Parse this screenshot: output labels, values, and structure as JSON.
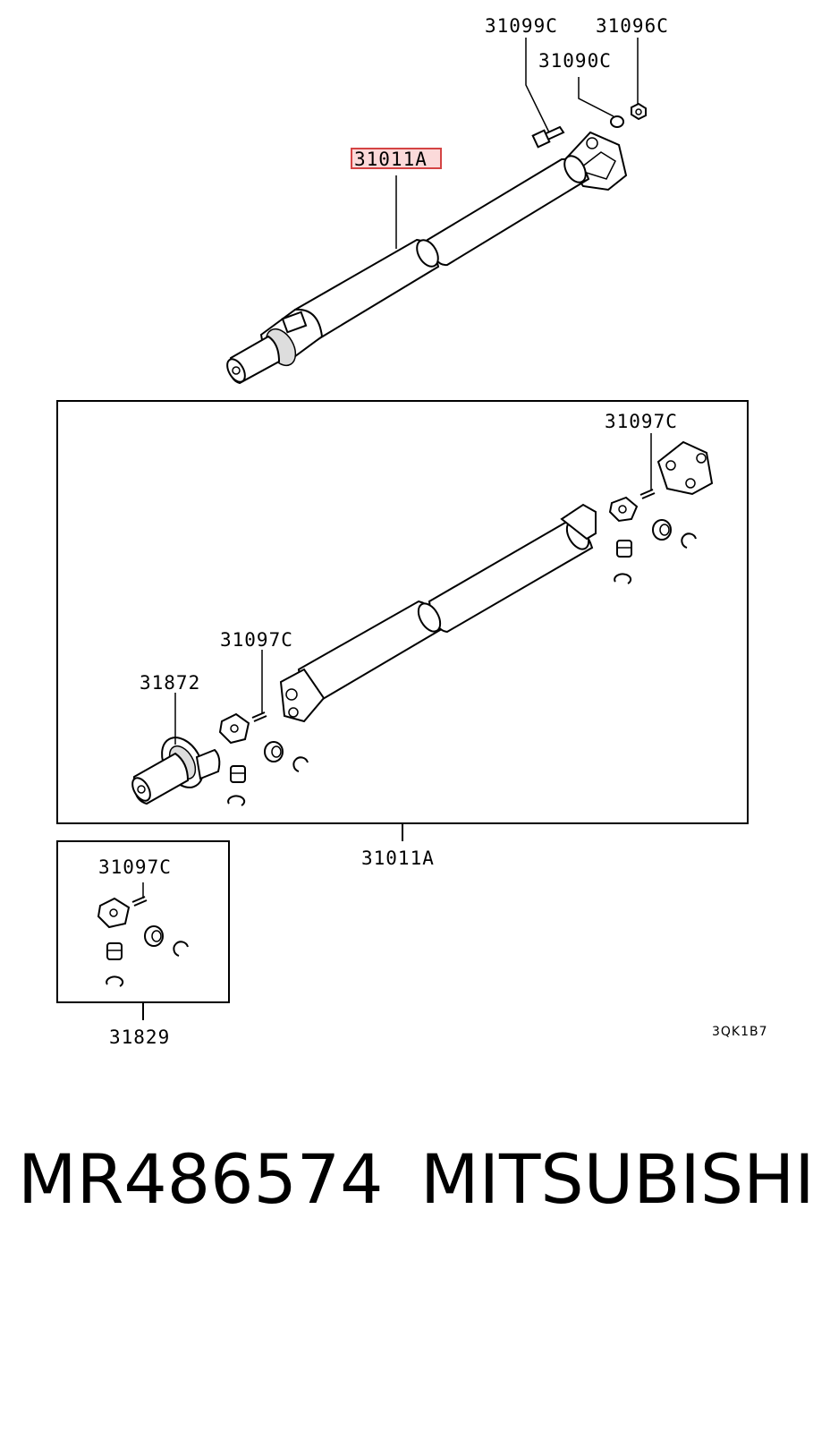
{
  "labels": {
    "top_bolt": "31099C",
    "top_nut": "31096C",
    "top_washer": "31090C",
    "top_shaft": "31011A",
    "snap_ring_right": "31097C",
    "snap_ring_left": "31097C",
    "center_bearing": "31872",
    "shaft_assembly": "31011A",
    "joint_kit_snap_ring": "31097C",
    "joint_kit": "31829",
    "diagram_code": "3QK1B7"
  },
  "highlighted_label": "31011A",
  "caption": {
    "part_number": "MR486574",
    "brand": "MITSUBISHI"
  },
  "colors": {
    "highlight_fill": "#fbdada",
    "highlight_stroke": "#d44444"
  }
}
